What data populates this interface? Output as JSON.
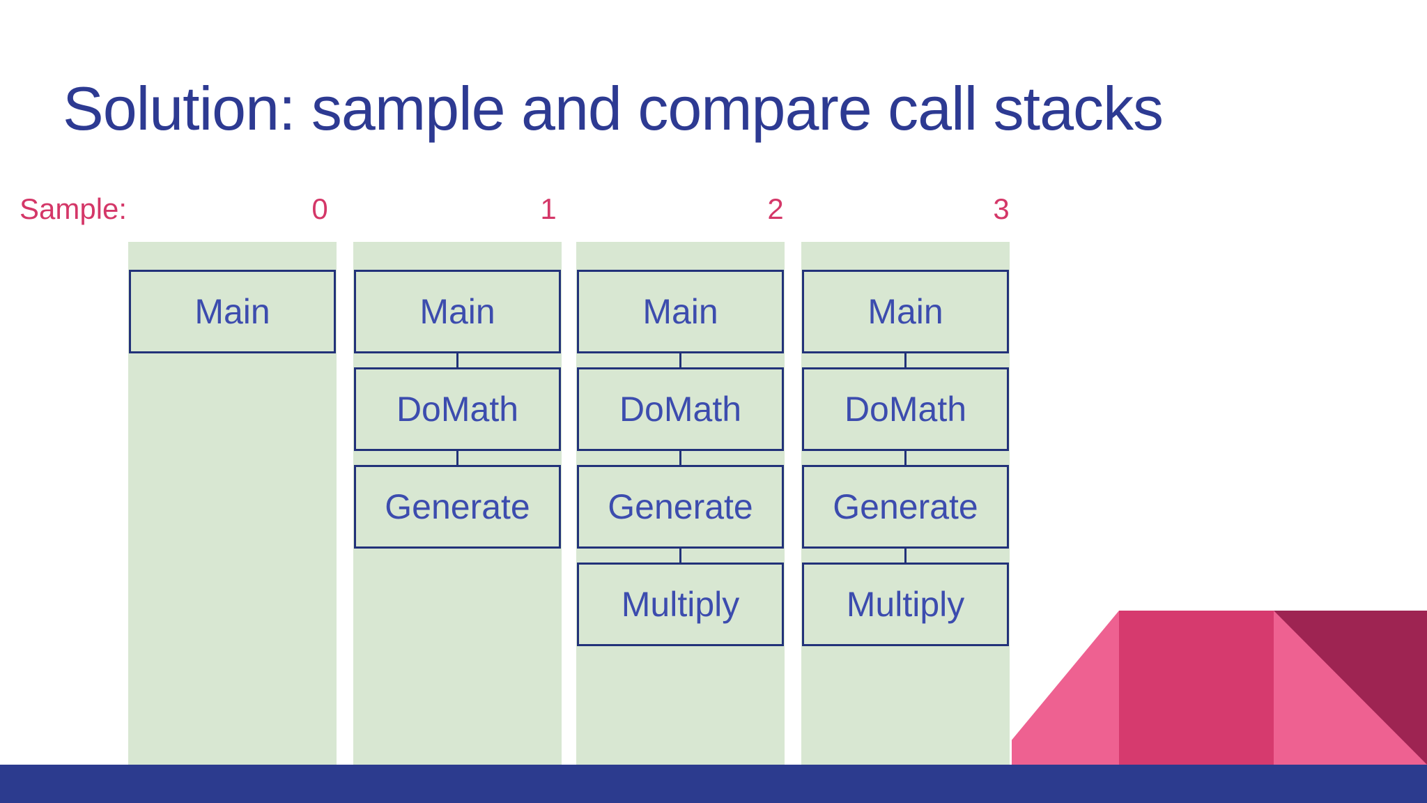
{
  "slide": {
    "title": "Solution: sample and compare call stacks",
    "sample_label": "Sample:",
    "samples": [
      {
        "label": "0",
        "frames": [
          "Main"
        ]
      },
      {
        "label": "1",
        "frames": [
          "Main",
          "DoMath",
          "Generate"
        ]
      },
      {
        "label": "2",
        "frames": [
          "Main",
          "DoMath",
          "Generate",
          "Multiply"
        ]
      },
      {
        "label": "3",
        "frames": [
          "Main",
          "DoMath",
          "Generate",
          "Multiply"
        ]
      }
    ]
  },
  "colors": {
    "title": "#2d3a92",
    "accent_pink_text": "#d43768",
    "stack_fill": "#d8e7d2",
    "stack_border": "#223279",
    "frame_text": "#3c4cae",
    "footer_bar": "#2c3b8e",
    "fold_light": "#ee6191",
    "fold_mid": "#d63a6e",
    "fold_dark": "#9e2452"
  }
}
